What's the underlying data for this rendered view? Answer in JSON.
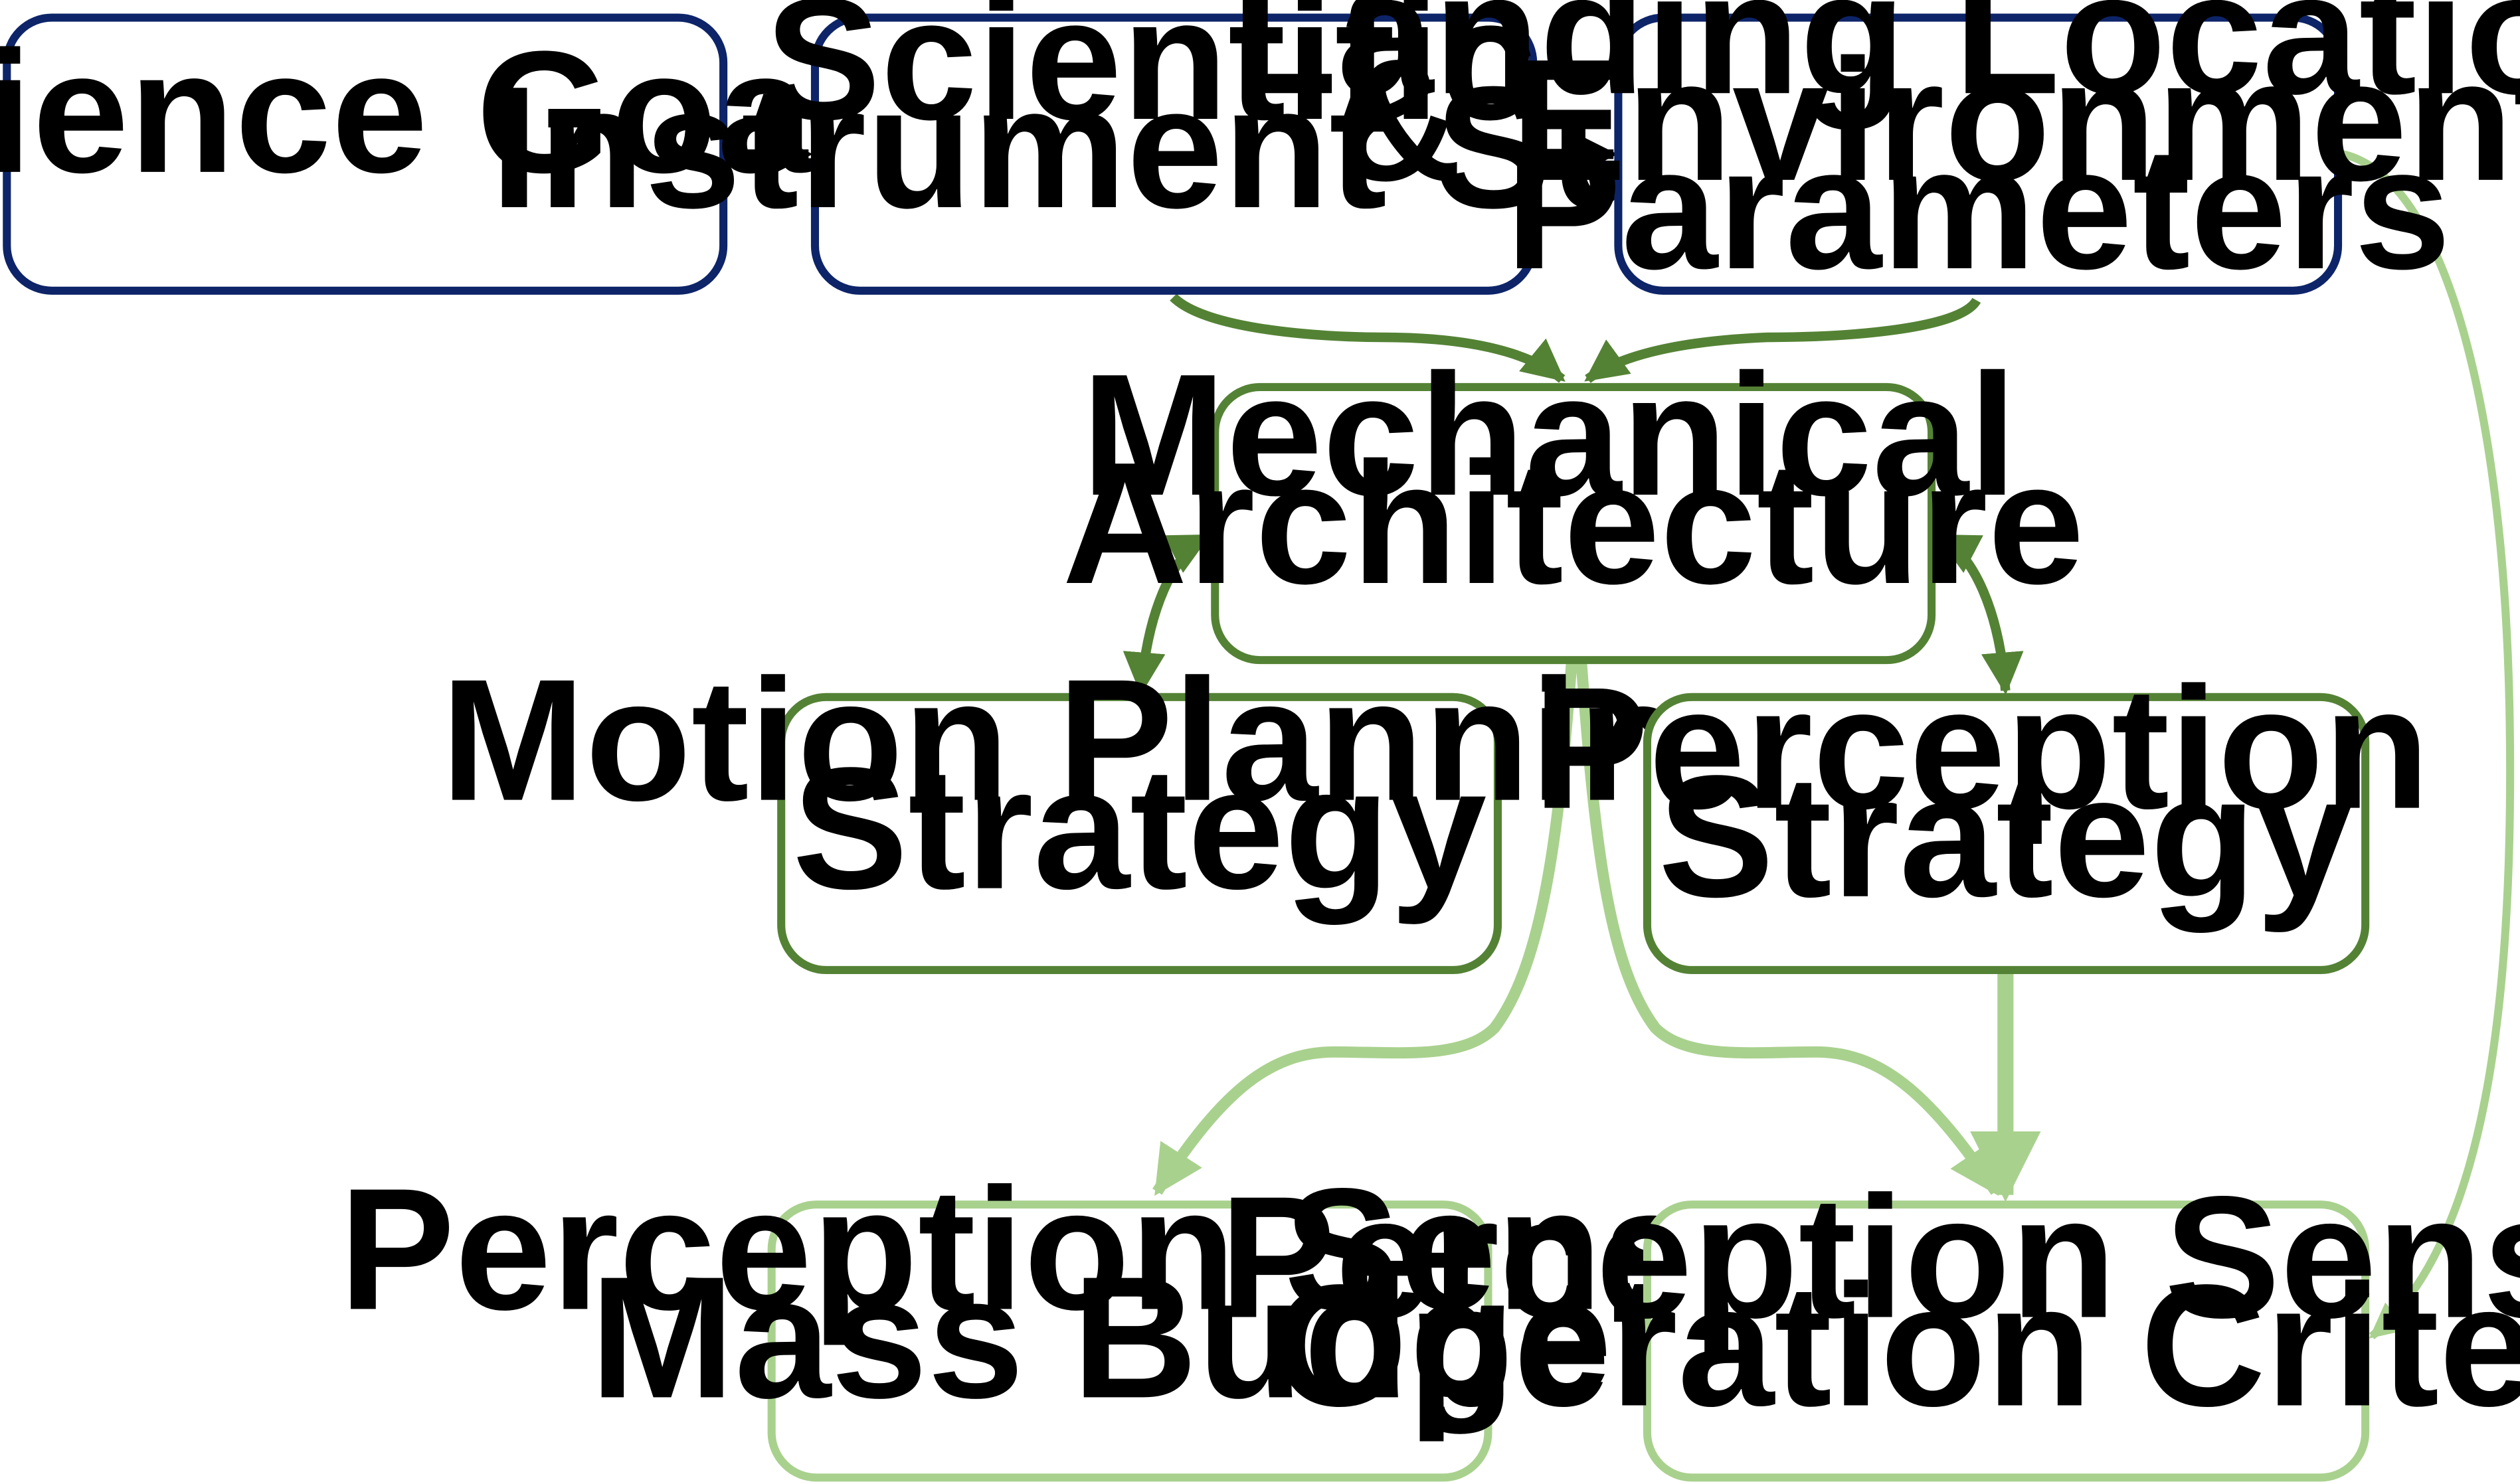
{
  "colors": {
    "navy": "#0d2468",
    "dark_green": "#548235",
    "light_green": "#a9d18e",
    "black": "#000000"
  },
  "nodes": {
    "science_goals": {
      "lines": [
        "Science Goals"
      ]
    },
    "instrument_suite": {
      "lines": [
        "Scientific",
        "Instrument Suite"
      ]
    },
    "landing_location": {
      "lines": [
        "Landing Location",
        "& Environment",
        "Parameters"
      ]
    },
    "mechanical_architecture": {
      "lines": [
        "Mechanical",
        "Architecture"
      ]
    },
    "motion_planning": {
      "lines": [
        "Motion Planning",
        "Strategy"
      ]
    },
    "perception_strategy": {
      "lines": [
        "Perception",
        "Strategy"
      ]
    },
    "sensor_mass_budget": {
      "lines": [
        "Perception Sensor",
        "Mass Budget"
      ]
    },
    "sensor_operation_criteria": {
      "lines": [
        "Perception Sensor",
        "Operation Criteria"
      ]
    }
  }
}
